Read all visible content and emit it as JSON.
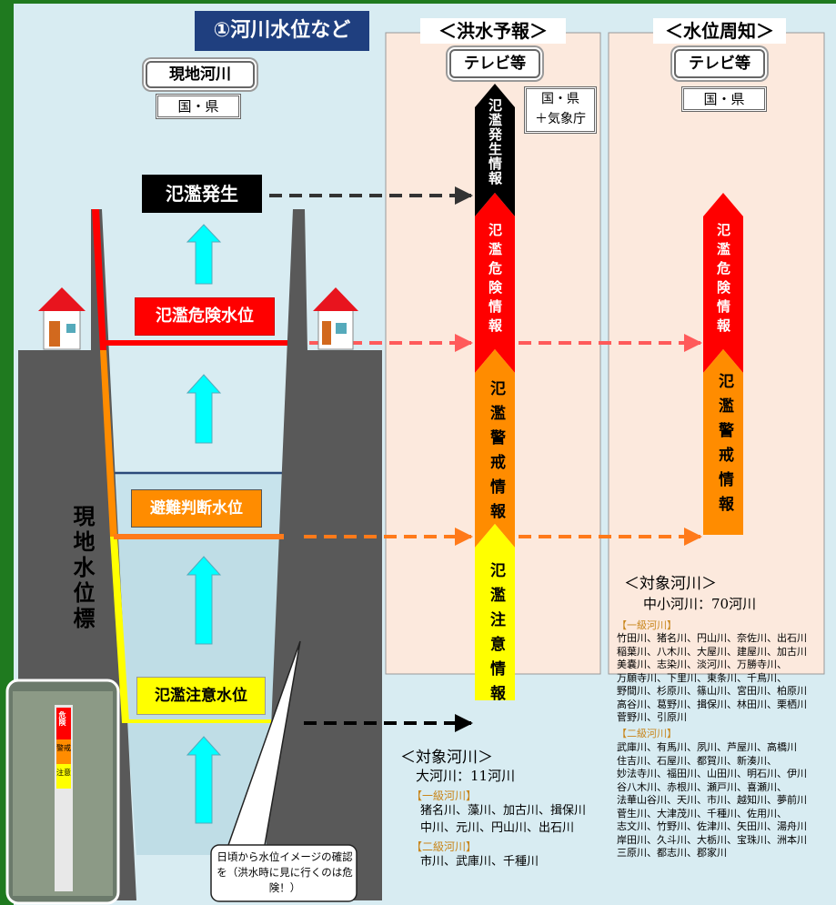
{
  "section_title": "①河川水位など",
  "left": {
    "header": "現地河川",
    "agency": "国・県",
    "gauge_title": "現地水位標",
    "levels": {
      "occurrence": "氾濫発生",
      "danger": "氾濫危険水位",
      "evac": "避難判断水位",
      "caution": "氾濫注意水位"
    },
    "gauge_marks": [
      "危険",
      "警戒",
      "注意"
    ],
    "note": "日頃から水位イメージの確認を（洪水時に見に行くのは危険！）"
  },
  "flood_forecast": {
    "title": "＜洪水予報＞",
    "media": "テレビ等",
    "agency_line1": "国・県",
    "agency_line2": "＋気象庁",
    "stages": [
      "氾濫発生情報",
      "氾濫危険情報",
      "氾濫警戒情報",
      "氾濫注意情報"
    ],
    "target_title": "＜対象河川＞",
    "target_count": "大河川：11河川",
    "class1_label": "【一級河川】",
    "class1_lines": [
      "猪名川、藻川、加古川、揖保川",
      "中川、元川、円山川、出石川"
    ],
    "class2_label": "【二級河川】",
    "class2_lines": [
      "市川、武庫川、千種川"
    ]
  },
  "level_notice": {
    "title": "＜水位周知＞",
    "media": "テレビ等",
    "agency": "国・県",
    "stages": [
      "氾濫危険情報",
      "氾濫警戒情報"
    ],
    "target_title": "＜対象河川＞",
    "target_count": "中小河川：70河川",
    "class1_label": "【一級河川】",
    "class1_lines": [
      "竹田川、猪名川、円山川、奈佐川、出石川",
      "稲葉川、八木川、大屋川、建屋川、加古川",
      "美嚢川、志染川、淡河川、万勝寺川、",
      "万願寺川、下里川、東条川、千鳥川、",
      "野間川、杉原川、篠山川、宮田川、柏原川",
      "高谷川、葛野川、揖保川、林田川、栗栖川",
      "菅野川、引原川"
    ],
    "class2_label": "【二級河川】",
    "class2_lines": [
      "武庫川、有馬川、夙川、芦屋川、高橋川",
      "住吉川、石屋川、都賀川、新湊川、",
      "妙法寺川、福田川、山田川、明石川、伊川",
      "谷八木川、赤根川、瀬戸川、喜瀬川、",
      "法華山谷川、天川、市川、越知川、夢前川",
      "菅生川、大津茂川、千種川、佐用川、",
      "志文川、竹野川、佐津川、矢田川、湯舟川",
      "岸田川、久斗川、大栃川、宝珠川、洲本川",
      "三原川、都志川、郡家川"
    ]
  },
  "colors": {
    "occurrence": "#000000",
    "danger": "#ff0000",
    "warning": "#ff8c00",
    "caution": "#ffff00",
    "water": "#cde6ef",
    "column_bg": "#fce9dd",
    "frame": "#1f7a1f",
    "title_bg": "#1f3f7f"
  }
}
